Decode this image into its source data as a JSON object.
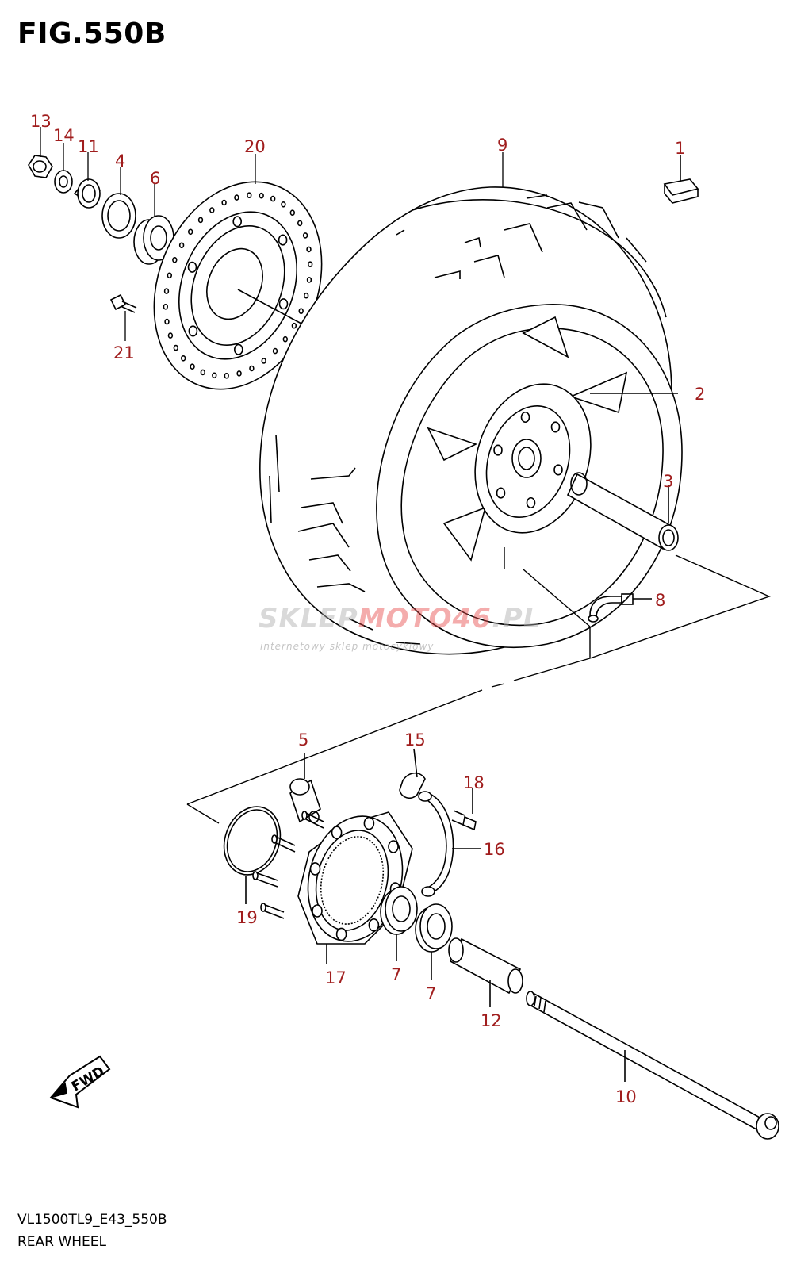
{
  "figure": {
    "title": "FIG.550B"
  },
  "footer": {
    "model_code": "VL1500TL9_E43_550B",
    "name": "REAR WHEEL"
  },
  "watermark": {
    "brand_start": "SKLEP",
    "brand_accent": "MOTO46",
    "brand_end": ".PL",
    "tagline": "internetowy sklep motocyklowy"
  },
  "fwd_label": "FWD",
  "callouts": [
    "1",
    "2",
    "3",
    "4",
    "5",
    "6",
    "7",
    "7",
    "8",
    "9",
    "10",
    "11",
    "12",
    "13",
    "14",
    "15",
    "16",
    "17",
    "18",
    "19",
    "20",
    "21"
  ],
  "colors": {
    "callout": "#a01d1d",
    "lines": "#000000"
  }
}
